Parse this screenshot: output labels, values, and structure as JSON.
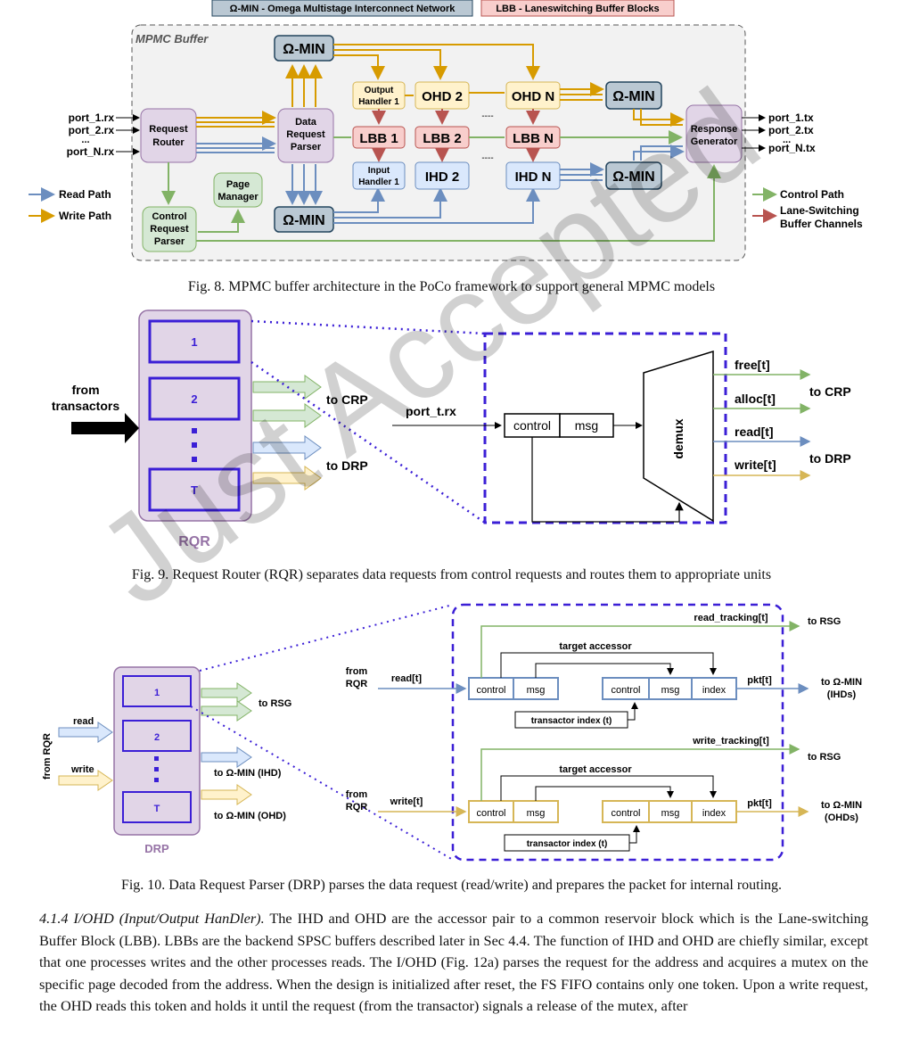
{
  "fig8": {
    "legend_omega": "Ω-MIN - Omega Multistage Interconnect Network",
    "legend_lbb": "LBB - Laneswitching Buffer Blocks",
    "mpmc_label": "MPMC Buffer",
    "omega_min": "Ω-MIN",
    "request_router": [
      "Request",
      "Router"
    ],
    "data_request_parser": [
      "Data",
      "Request",
      "Parser"
    ],
    "control_request_parser": [
      "Control",
      "Request",
      "Parser"
    ],
    "page_manager": [
      "Page",
      "Manager"
    ],
    "output_handler_1": [
      "Output",
      "Handler 1"
    ],
    "input_handler_1": [
      "Input",
      "Handler 1"
    ],
    "ohd2": "OHD 2",
    "ohdn": "OHD N",
    "ihd2": "IHD 2",
    "ihdn": "IHD N",
    "lbb1": "LBB 1",
    "lbb2": "LBB 2",
    "lbbn": "LBB N",
    "response_generator": [
      "Response",
      "Generator"
    ],
    "port_rx": [
      "port_1.rx",
      "port_2.rx",
      "port_N.rx"
    ],
    "port_tx": [
      "port_1.tx",
      "port_2.tx",
      "port_N.tx"
    ],
    "ellipsis": "...",
    "dashes": "----",
    "read_path": "Read Path",
    "write_path": "Write Path",
    "control_path": "Control Path",
    "lane_switching": [
      "Lane-Switching",
      "Buffer Channels"
    ],
    "caption": "Fig. 8.  MPMC buffer architecture in the PoCo framework to support general MPMC models"
  },
  "fig9": {
    "rqr_slots": [
      "1",
      "2",
      "T"
    ],
    "rqr_label": "RQR",
    "from_transactors": [
      "from",
      "transactors"
    ],
    "to_crp": "to CRP",
    "to_drp": "to DRP",
    "port_t_rx": "port_t.rx",
    "control": "control",
    "msg": "msg",
    "demux": "demux",
    "outputs": [
      "free[t]",
      "alloc[t]",
      "read[t]",
      "write[t]"
    ],
    "caption": "Fig. 9.  Request Router (RQR) separates data requests from control requests and routes them to appropriate units"
  },
  "fig10": {
    "drp_slots": [
      "1",
      "2",
      "T"
    ],
    "drp_label": "DRP",
    "from_rqr_vertical": "from RQR",
    "read": "read",
    "write": "write",
    "to_rsg": "to RSG",
    "to_omin_ihd": "to Ω-MIN (IHD)",
    "to_omin_ohd": "to Ω-MIN (OHD)",
    "from_rqr": [
      "from",
      "RQR"
    ],
    "read_t": "read[t]",
    "write_t": "write[t]",
    "read_tracking": "read_tracking[t]",
    "write_tracking": "write_tracking[t]",
    "target_accessor": "target accessor",
    "control": "control",
    "msg": "msg",
    "index": "index",
    "pkt": "pkt[t]",
    "transactor_index": "transactor index (t)",
    "to_omin": "to Ω-MIN",
    "ihds": "(IHDs)",
    "ohds": "(OHDs)",
    "caption": "Fig. 10.  Data Request Parser (DRP) parses the data request (read/write) and prepares the packet for internal routing."
  },
  "text": {
    "section": "4.1.4   I/OHD (Input/Output HanDler).",
    "paragraph": " The IHD and OHD are the accessor pair to a common reservoir block which is the Lane-switching Buffer Block (LBB). LBBs are the backend SPSC buffers described later in Sec 4.4. The function of IHD and OHD are chiefly similar, except that one processes writes and the other processes reads. The I/OHD (Fig. 12a) parses the request for the address and acquires a mutex on the specific page decoded from the address. When the design is initialized after reset, the FS FIFO contains only one token. Upon a write request, the OHD reads this token and holds it until the request (from the transactor) signals a release of the mutex, after"
  },
  "watermark": "Just Accepted",
  "colors": {
    "read": "#6c8ebf",
    "write": "#d79b00",
    "control": "#82b366",
    "lane": "#b85450",
    "purple": "#e1d5e7",
    "dash_blue": "#3b1fd6"
  }
}
